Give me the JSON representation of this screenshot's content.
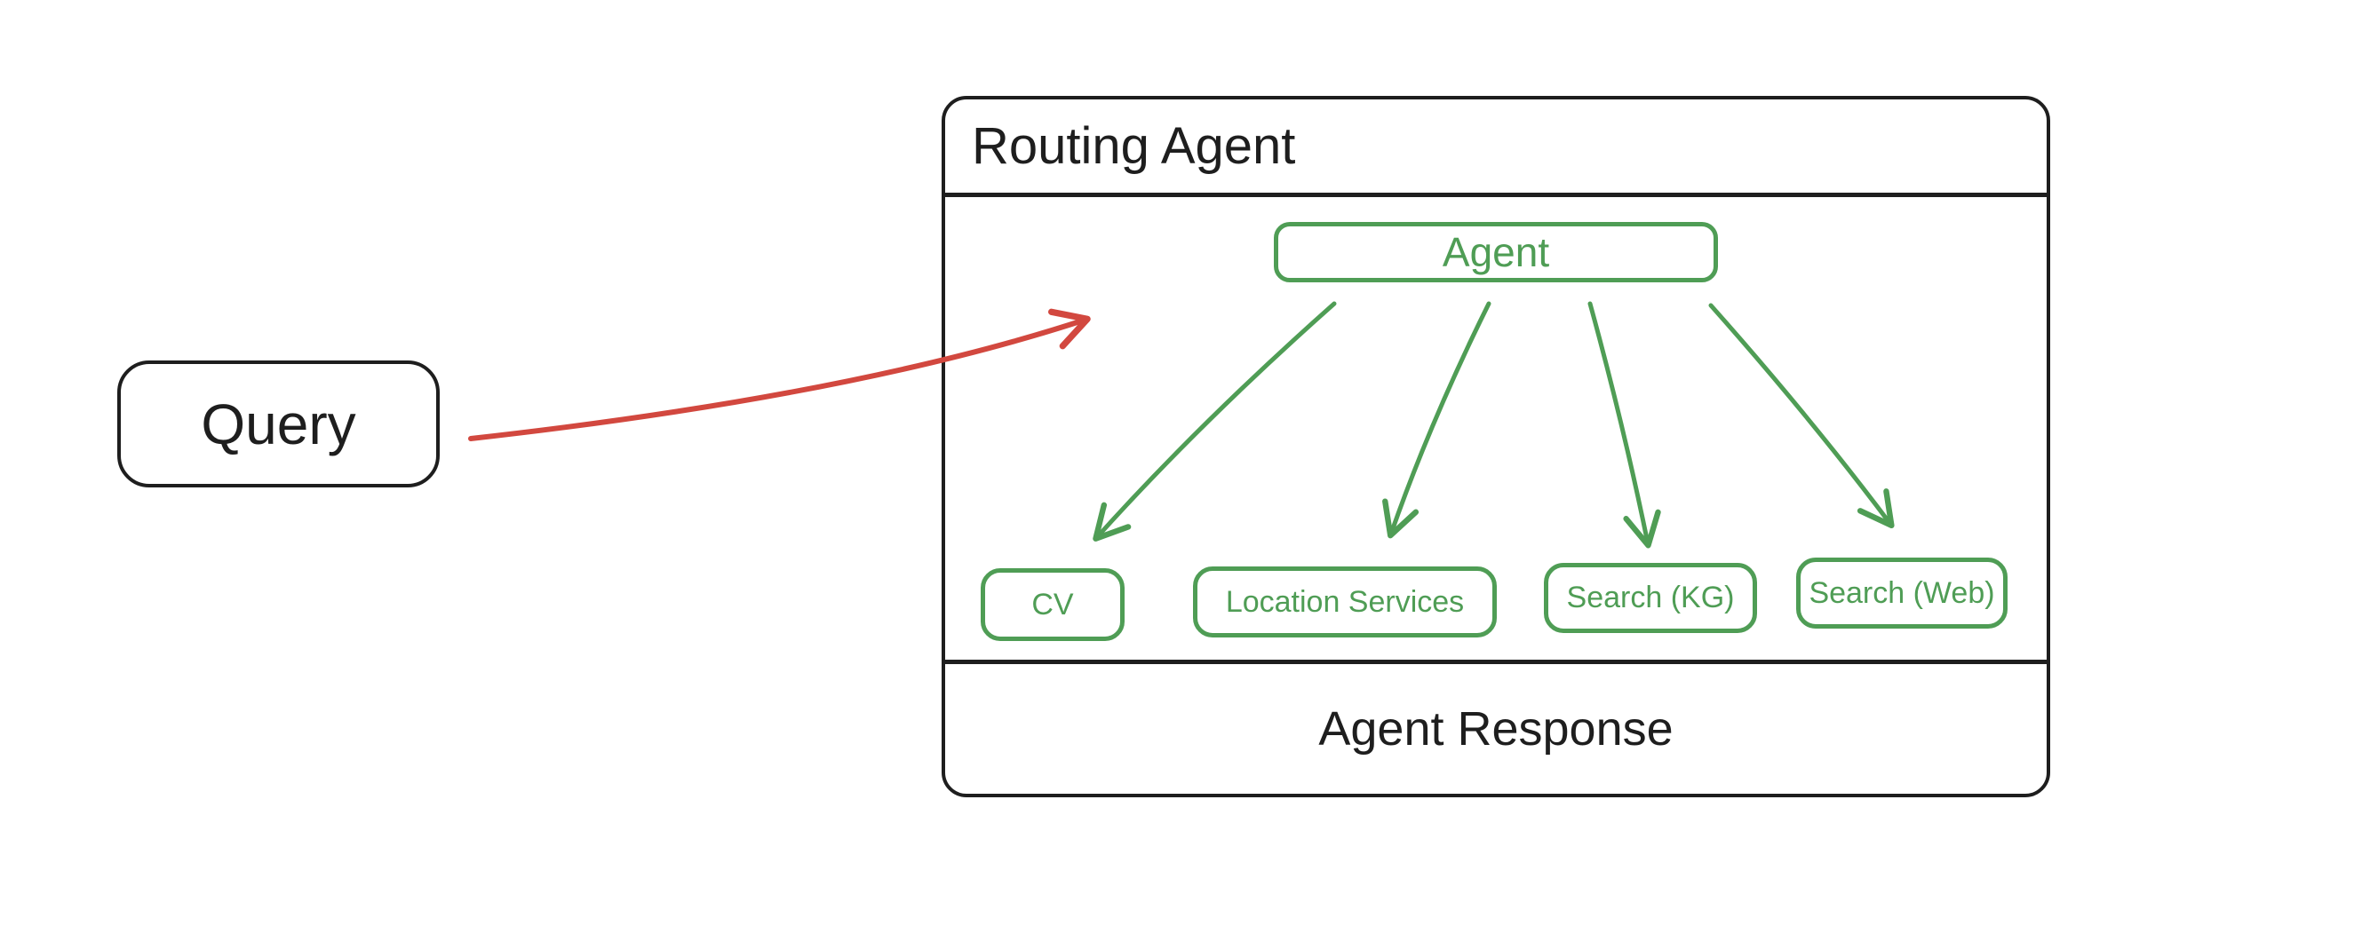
{
  "colors": {
    "ink": "#1e1e1e",
    "green": "#4f9d55",
    "red": "#d2483f",
    "background": "#ffffff"
  },
  "query_box": {
    "label": "Query"
  },
  "routing_panel": {
    "title": "Routing Agent",
    "agent_box": {
      "label": "Agent"
    },
    "tools": [
      {
        "label": "CV"
      },
      {
        "label": "Location Services"
      },
      {
        "label": "Search (KG)"
      },
      {
        "label": "Search (Web)"
      }
    ],
    "response_label": "Agent Response"
  }
}
